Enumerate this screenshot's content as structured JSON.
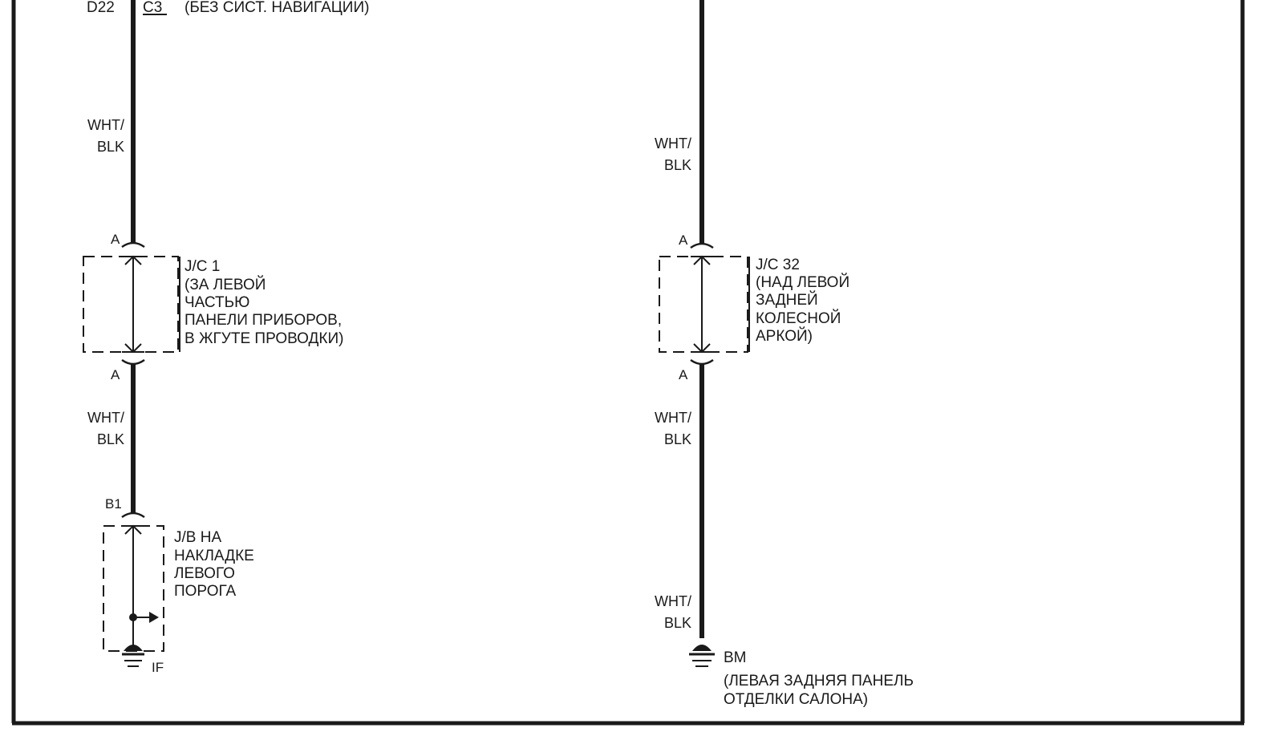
{
  "top_left": {
    "connector_pin": "D22",
    "connector_id": "C3",
    "note": "(БЕЗ СИСТ. НАВИГАЦИИ)"
  },
  "wires": {
    "left_upper": [
      "WHT/",
      "BLK"
    ],
    "left_lower": [
      "WHT/",
      "BLK"
    ],
    "right_upper": [
      "WHT/",
      "BLK"
    ],
    "right_middle": [
      "WHT/",
      "BLK"
    ],
    "right_lower": [
      "WHT/",
      "BLK"
    ]
  },
  "jc1": {
    "pin_top": "A",
    "pin_bottom": "A",
    "lines": [
      "J/C 1",
      "(ЗА ЛЕВОЙ",
      "ЧАСТЬЮ",
      "ПАНЕЛИ ПРИБОРОВ,",
      "В ЖГУТЕ ПРОВОДКИ)"
    ]
  },
  "jb": {
    "pin_top": "B1",
    "lines": [
      "J/B НА",
      "НАКЛАДКЕ",
      "ЛЕВОГО",
      "ПОРОГА"
    ],
    "ground_label": "IF"
  },
  "jc32": {
    "pin_top": "A",
    "pin_bottom": "A",
    "lines": [
      "J/C 32",
      "(НАД ЛЕВОЙ",
      "ЗАДНЕЙ",
      "КОЛЕСНОЙ",
      "АРКОЙ)"
    ]
  },
  "ground_bm": {
    "label": "BM",
    "lines": [
      "(ЛЕВАЯ ЗАДНЯЯ ПАНЕЛЬ",
      "ОТДЕЛКИ САЛОНА)"
    ]
  }
}
